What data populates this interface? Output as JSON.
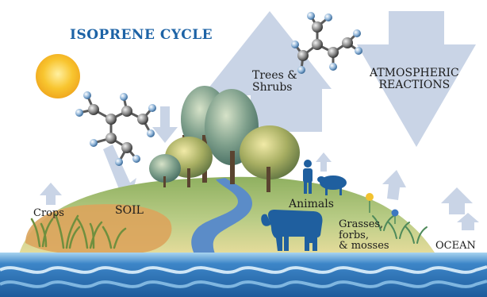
{
  "title": "ISOPRENE CYCLE",
  "labels": {
    "trees_line1": "Trees &",
    "trees_line2": "Shrubs",
    "atmo_line1": "ATMOSPHERIC",
    "atmo_line2": "REACTIONS",
    "soil": "SOIL",
    "crops": "Crops",
    "animals": "Animals",
    "grasses_line1": "Grasses,",
    "grasses_line2": "forbs,",
    "grasses_line3": "& mosses",
    "ocean": "OCEAN"
  },
  "colors": {
    "title": "#1d63a6",
    "arrow": "#c9d4e6",
    "ocean": "#2a6fb3",
    "hill": "#a9c27a",
    "soil": "#d9a45a",
    "sun": "#f6bf2b",
    "cow": "#1f5f9f",
    "river": "#5b8cc8"
  },
  "icons": [
    "sun-icon",
    "isoprene-molecule-icon",
    "tree-icon",
    "cow-icon",
    "sheep-icon",
    "person-icon",
    "flower-icon",
    "grass-icon",
    "wave-icon"
  ]
}
